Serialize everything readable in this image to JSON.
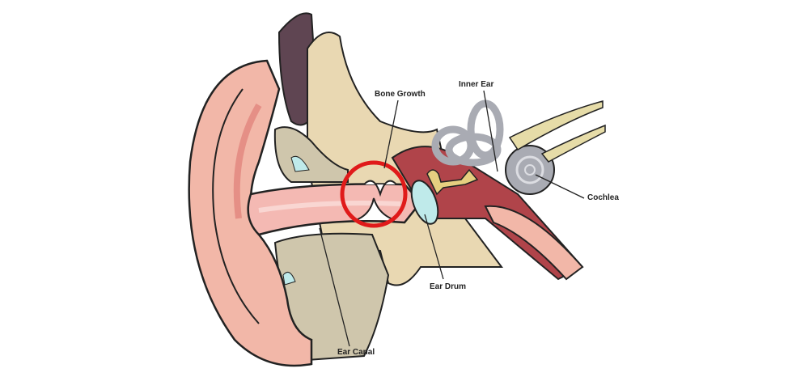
{
  "labels": {
    "bone_growth": "Bone Growth",
    "inner_ear": "Inner Ear",
    "cochlea": "Cochlea",
    "ear_drum": "Ear Drum",
    "ear_canal": "Ear Canal"
  },
  "colors": {
    "skin": "#f2b7a8",
    "skin_dark": "#e58f86",
    "bone": "#e9d8b2",
    "flap": "#5f4552",
    "middle_ear": "#b0444a",
    "inner_ear": "#a9abb3",
    "eardrum": "#bfeaea",
    "highlight": "#e01a1a",
    "nerve": "#e6dca8",
    "tissue": "#cfc6ac"
  }
}
